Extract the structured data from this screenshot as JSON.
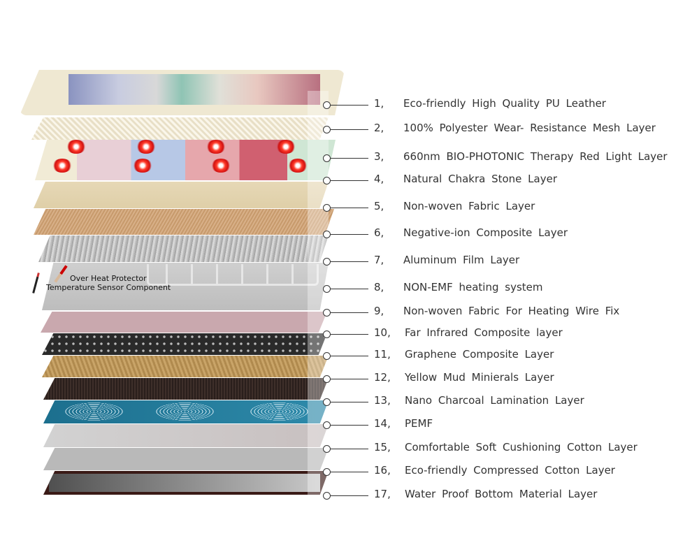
{
  "sensor_labels": {
    "line1": "Over Heat Protector",
    "line2": "Temperature Sensor Component"
  },
  "layers": [
    {
      "number": "1,",
      "label": "Eco-friendly High Quality PU Leather"
    },
    {
      "number": "2,",
      "label": "100% Polyester Wear- Resistance Mesh Layer"
    },
    {
      "number": "3,",
      "label": "660nm BIO-PHOTONIC Therapy Red Light Layer"
    },
    {
      "number": "4,",
      "label": "Natural Chakra Stone Layer"
    },
    {
      "number": "5,",
      "label": "Non-woven Fabric Layer"
    },
    {
      "number": "6,",
      "label": "Negative-ion Composite Layer"
    },
    {
      "number": "7,",
      "label": "Aluminum Film Layer"
    },
    {
      "number": "8,",
      "label": "NON-EMF heating system"
    },
    {
      "number": "9,",
      "label": "Non-woven Fabric For Heating Wire Fix"
    },
    {
      "number": "10,",
      "label": "Far Infrared Composite layer"
    },
    {
      "number": "11,",
      "label": "Graphene Composite Layer"
    },
    {
      "number": "12,",
      "label": "Yellow Mud Minierals Layer"
    },
    {
      "number": "13,",
      "label": "Nano Charcoal Lamination Layer"
    },
    {
      "number": "14,",
      "label": "PEMF"
    },
    {
      "number": "15,",
      "label": "Comfortable Soft Cushioning Cotton Layer"
    },
    {
      "number": "16,",
      "label": "Eco-friendly Compressed Cotton Layer"
    },
    {
      "number": "17,",
      "label": "Water Proof Bottom Material Layer"
    }
  ],
  "colors": {
    "text": "#333333",
    "red_light": "#e02020"
  }
}
